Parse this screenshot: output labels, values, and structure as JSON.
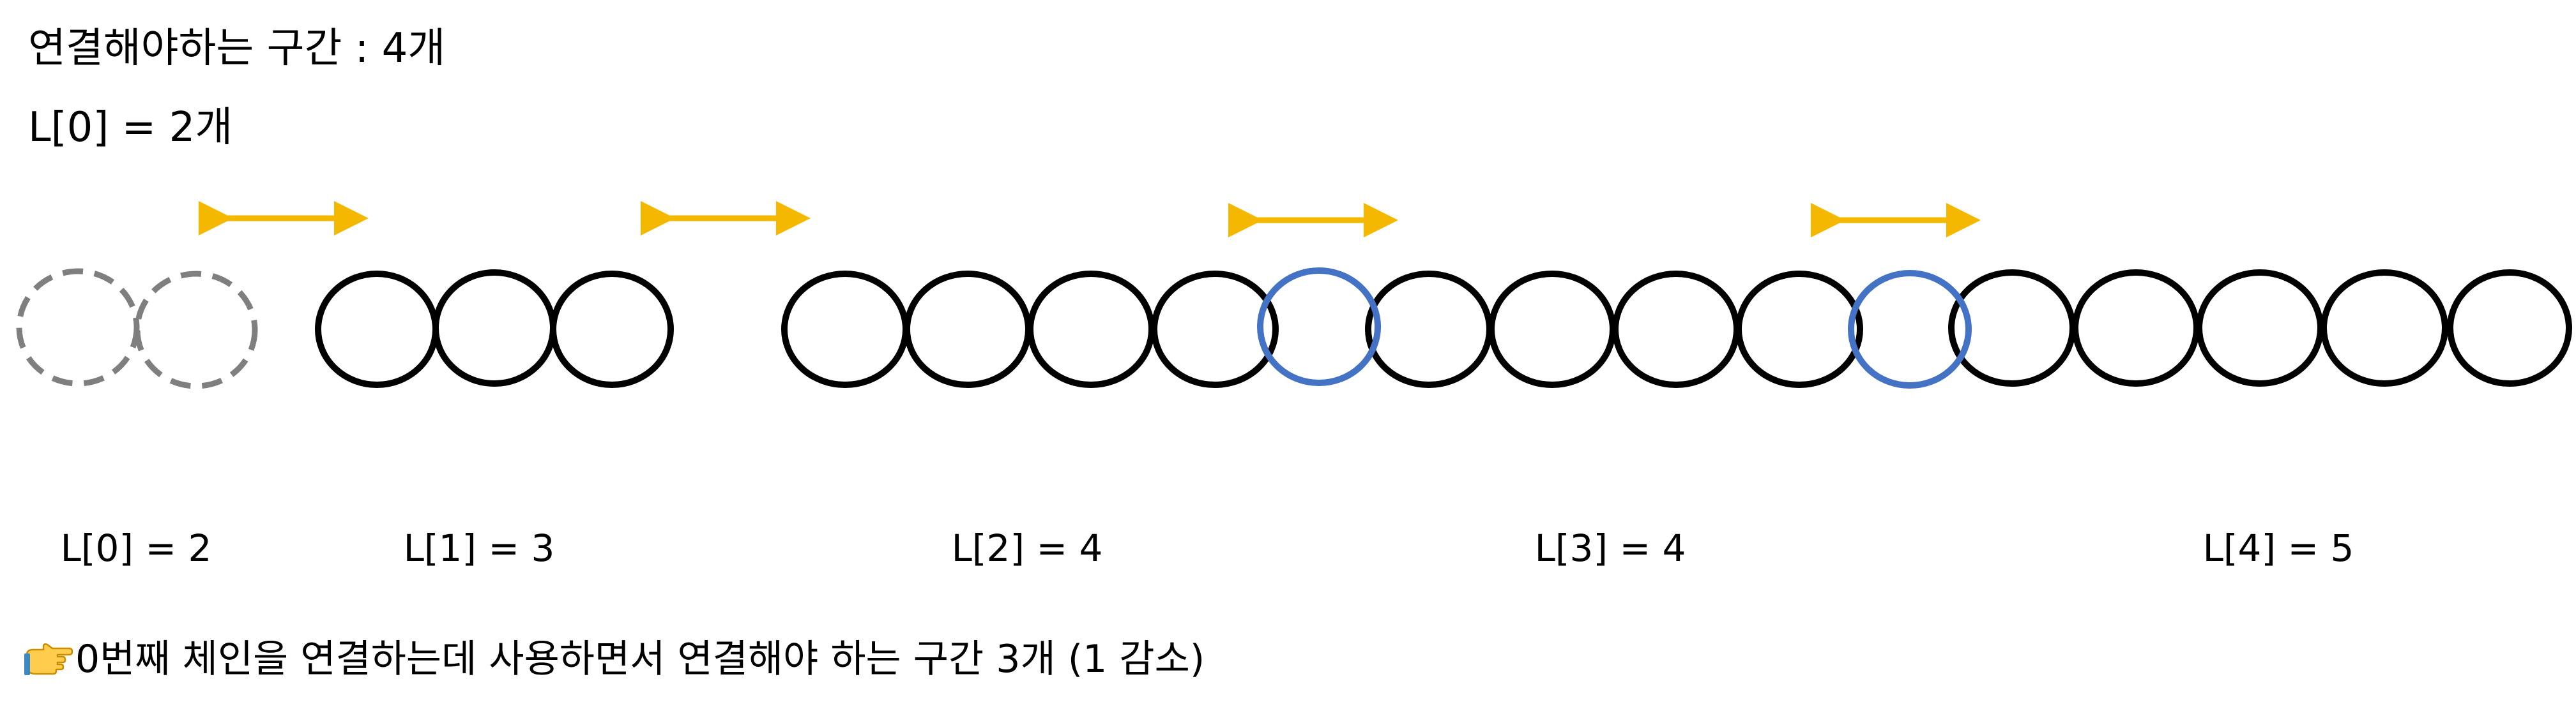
{
  "heading": "연결해야하는 구간 : 4개",
  "subheading": "L[0] = 2개",
  "chain_labels": [
    "L[0] = 2",
    "L[1] = 3",
    "L[2] = 4",
    "L[3] = 4",
    "L[4] = 5"
  ],
  "note": "0번째 체인을 연결하는데 사용하면서 연결해야 하는 구간 3개 (1 감소)",
  "icons": {
    "note_icon": "pointing-hand-icon"
  },
  "colors": {
    "ring": "#000000",
    "dashed_ring": "#7f7f7f",
    "link_ring": "#4472c4",
    "arrow": "#f5b800"
  }
}
